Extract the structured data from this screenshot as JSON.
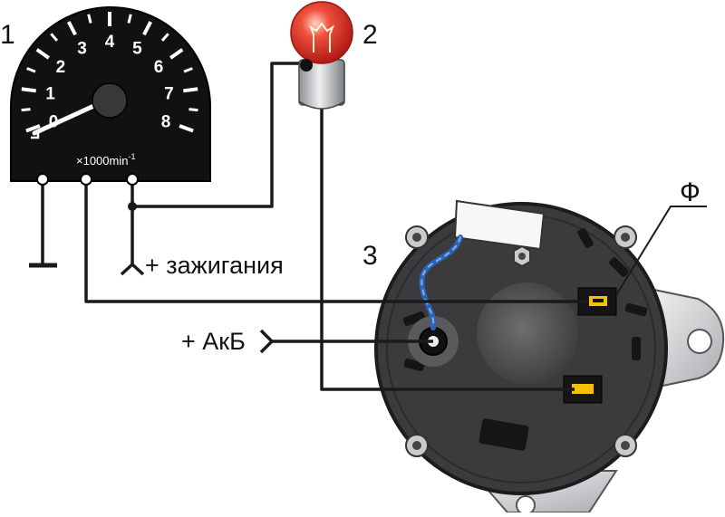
{
  "callouts": {
    "tachometer": "1",
    "lamp": "2",
    "generator": "3"
  },
  "terminal_label": "Ф",
  "wire_labels": {
    "ignition": "+ зажигания",
    "battery": "+ АкБ"
  },
  "tachometer": {
    "scale": [
      "0",
      "1",
      "2",
      "3",
      "4",
      "5",
      "6",
      "7",
      "8"
    ],
    "units_prefix": "×1000min",
    "units_exponent": "-1"
  },
  "colors": {
    "wire": "#1a1a1a",
    "tacho_body": "#111111",
    "lamp_bulb": "#e8342c",
    "lamp_base": "#b9bcbf",
    "generator_body": "#3a3a3c",
    "generator_bracket": "#d8dadc",
    "terminal_yellow": "#f2c200",
    "blue_wire": "#2a63b8"
  }
}
